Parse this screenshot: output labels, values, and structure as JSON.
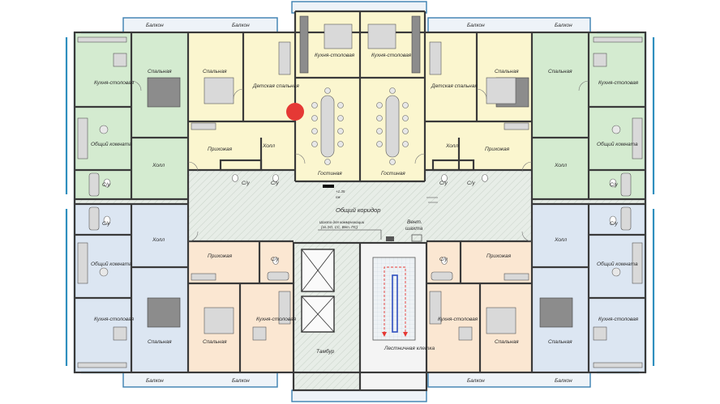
{
  "labels": {
    "balcony": "Балкон",
    "kitchen_dining": "Кухня-столовая",
    "bedroom": "Спальная",
    "kids_bedroom": "Детская спальная",
    "common_room": "Общий комната",
    "hall": "Холл",
    "entry": "Прихожая",
    "wc": "С/у",
    "living_room": "Гостиная",
    "common_corridor": "Общий коридор",
    "level_mark": "+1.35",
    "level_sub": "пж",
    "comm_shaft": "Шахта для коммуникации",
    "comm_shaft_sub": "(эл.ЭО, СС, Вет. ПС)",
    "vent_shaft_1": "Вент.",
    "vent_shaft_2": "шахта",
    "vestibule": "Тамбур",
    "staircase": "Лестничная клетка"
  },
  "colors": {
    "green_zone": "#d4ebd0",
    "yellow_zone": "#fbf6cf",
    "blue_zone": "#dce6f2",
    "peach_zone": "#fbe7d2",
    "corridor": "#e6ece6",
    "wall": "#3a3a3a",
    "window": "#2f8fbf",
    "marker": "#e53935",
    "stair_arrow": "#e53935",
    "stair_rail": "#2f4fbf"
  },
  "marker_icon": "location-dot"
}
